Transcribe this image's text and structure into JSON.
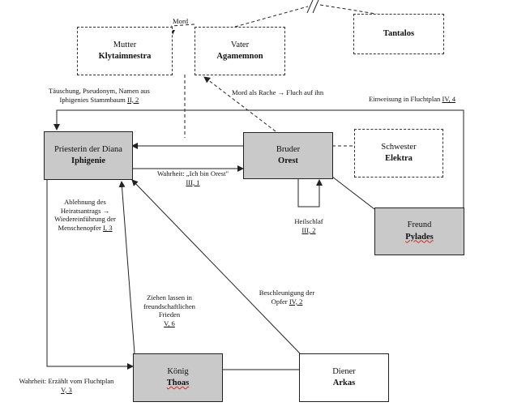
{
  "nodes": {
    "mutter": {
      "role": "Mutter",
      "name": "Klytaimnestra"
    },
    "vater": {
      "role": "Vater",
      "name": "Agamemnon"
    },
    "tantalos": {
      "role": "",
      "name": "Tantalos"
    },
    "iphigenie": {
      "role": "Priesterin der Diana",
      "name": "Iphigenie"
    },
    "orest": {
      "role": "Bruder",
      "name": "Orest"
    },
    "elektra": {
      "role": "Schwester",
      "name": "Elektra"
    },
    "pylades": {
      "role": "Freund",
      "name": "Pylades"
    },
    "thoas": {
      "role": "König",
      "name": "Thoas"
    },
    "arkas": {
      "role": "Diener",
      "name": "Arkas"
    }
  },
  "labels": {
    "mord": "Mord",
    "taeuschung": {
      "line1": "Täuschung, Pseudonym, Namen aus",
      "line2": "Iphigenies Stammbaum",
      "ref": "II, 2"
    },
    "rache": "Mord als Rache → Fluch auf ihn",
    "einweisung": {
      "text": "Einweisung in Fluchtplan",
      "ref": "IV, 4"
    },
    "wahrheit_orest": {
      "line1": "Wahrheit: „Ich bin Orest\"",
      "ref": "III, 1"
    },
    "heilschlaf": {
      "line1": "Heilschlaf",
      "ref": "III, 2"
    },
    "ablehnung": {
      "line1": "Ablehnung des",
      "line2": "Heiratsantrags →",
      "line3": "Wiedereinführung der",
      "line4": "Menschenopfer",
      "ref": "I, 3"
    },
    "ziehen": {
      "line1": "Ziehen lassen in",
      "line2": "freundschaftlichen",
      "line3": "Frieden",
      "ref": "V, 6"
    },
    "beschleunigung": {
      "line1": "Beschleunigung der",
      "line2": "Opfer",
      "ref": "IV, 2"
    },
    "wahrheit_flucht": {
      "line1": "Wahrheit: Erzählt vom Fluchtplan",
      "ref": "V, 3"
    }
  },
  "colors": {
    "grey_box": "#c9c9c9",
    "line": "#222222"
  }
}
